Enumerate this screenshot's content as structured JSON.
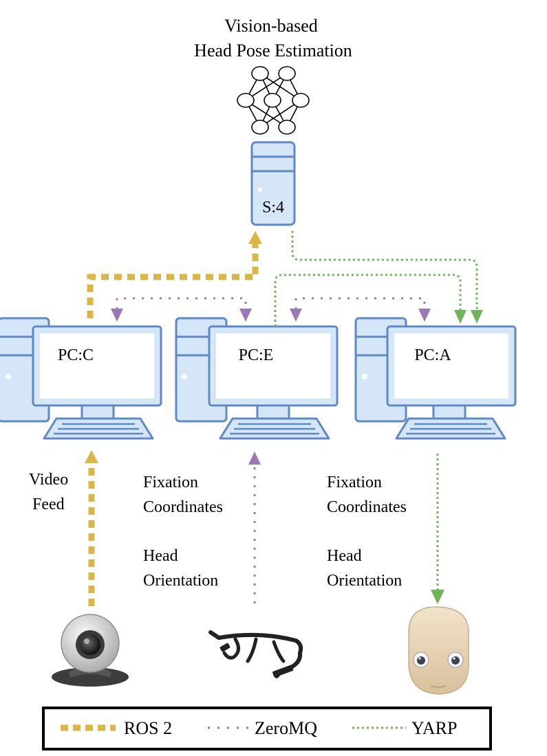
{
  "title": {
    "line1": "Vision-based",
    "line2": "Head Pose Estimation"
  },
  "server": {
    "label": "S:4"
  },
  "pcs": [
    {
      "label": "PC:C"
    },
    {
      "label": "PC:E"
    },
    {
      "label": "PC:A"
    }
  ],
  "annotations": {
    "video": {
      "line1": "Video",
      "line2": "Feed"
    },
    "eyetracker": {
      "line1": "Fixation",
      "line2": "Coordinates",
      "line3": "Head",
      "line4": "Orientation"
    },
    "robot": {
      "line1": "Fixation",
      "line2": "Coordinates",
      "line3": "Head",
      "line4": "Orientation"
    }
  },
  "legend": {
    "ros2": "ROS 2",
    "zeromq": "ZeroMQ",
    "yarp": "YARP"
  },
  "colors": {
    "ros2": "#d9b54a",
    "zeromq": "#9a77b5",
    "yarp": "#6fb35a",
    "pc_fill": "#d6e6f9",
    "pc_stroke": "#5f89c4"
  },
  "icons": {
    "neural_net": "neural-network-icon",
    "webcam": "webcam-icon",
    "eyetracker": "eye-tracking-glasses-icon",
    "robot": "robot-head-icon"
  }
}
